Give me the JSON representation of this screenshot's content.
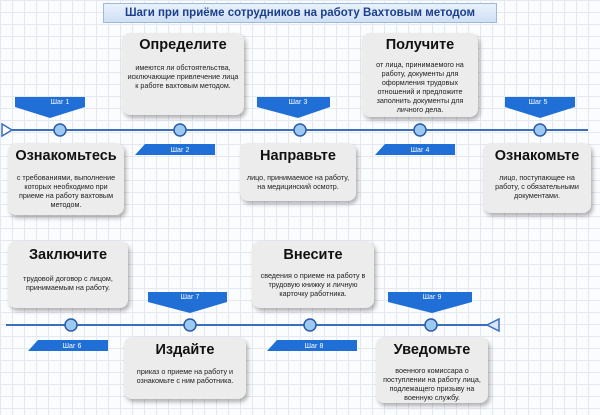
{
  "title": "Шаги при приёме сотрудников на работу Вахтовым методом",
  "colors": {
    "accent": "#1f6fd6",
    "line": "#3a6fbf",
    "card": "#ececec",
    "title_text": "#1b3f8c"
  },
  "steps": [
    {
      "label": "Шаг 1",
      "heading": "Ознакомьтесь",
      "text": "с требованиями, выполнение которых необходимо при приеме на работу вахтовым методом."
    },
    {
      "label": "Шаг 2",
      "heading": "Определите",
      "text": "имеются ли обстоятельства, исключающие привлечение лица к работе вахтовым методом."
    },
    {
      "label": "Шаг 3",
      "heading": "Направьте",
      "text": "лицо, принимаемое на работу, на медицинский осмотр."
    },
    {
      "label": "Шаг 4",
      "heading": "Получите",
      "text": "от лица, принимаемого на работу, документы для оформления трудовых отношений и предложите заполнить документы для личного дела."
    },
    {
      "label": "Шаг 5",
      "heading": "Ознакомьте",
      "text": "лицо, поступающее на работу, с обязательными документами."
    },
    {
      "label": "Шаг 6",
      "heading": "Заключите",
      "text": "трудовой договор с лицом, принимаемым на работу."
    },
    {
      "label": "Шаг 7",
      "heading": "Издайте",
      "text": "приказ о приеме на работу и ознакомьте с ним работника."
    },
    {
      "label": "Шаг 8",
      "heading": "Внесите",
      "text": "сведения о приеме на работу в трудовую книжку и личную карточку работника."
    },
    {
      "label": "Шаг 9",
      "heading": "Уведомьте",
      "text": "военного комиссара о поступлении на работу лица, подлежащего призыву на военную службу."
    }
  ]
}
